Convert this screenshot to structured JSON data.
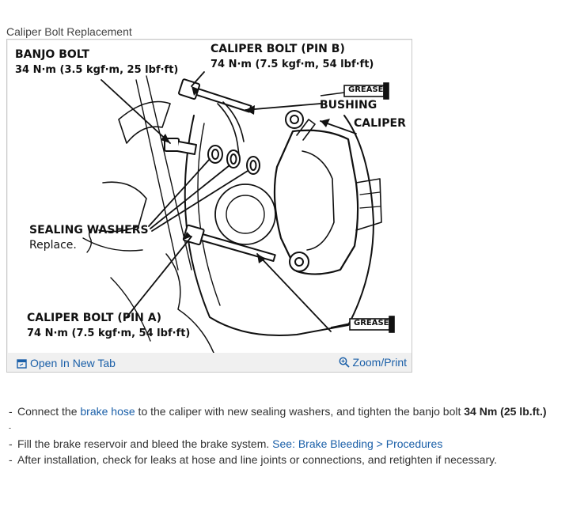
{
  "figure": {
    "caption": "Caliper Bolt Replacement",
    "labels": {
      "banjo_bolt": "BANJO BOLT",
      "banjo_bolt_spec": "34 N·m (3.5 kgf·m, 25 lbf·ft)",
      "pin_b": "CALIPER BOLT (PIN B)",
      "pin_b_spec": "74 N·m (7.5 kgf·m, 54 lbf·ft)",
      "grease_top": "GREASE",
      "bushing": "BUSHING",
      "caliper": "CALIPER",
      "sealing_washers": "SEALING WASHERS",
      "replace": "Replace.",
      "pin_a": "CALIPER BOLT (PIN A)",
      "pin_a_spec": "74 N·m (7.5 kgf·m, 54 lbf·ft)",
      "grease_bottom": "GREASE"
    },
    "open_tab_label": "Open In New Tab",
    "zoom_label": "Zoom/Print"
  },
  "steps": [
    {
      "dash": "-",
      "pre": "Connect the ",
      "link": "brake hose",
      "post": " to the caliper with new sealing washers, and tighten the banjo bolt ",
      "bold": "34 Nm (25 lb.ft.)"
    },
    {
      "dash": "-"
    },
    {
      "dash": "-",
      "pre": "Fill the brake reservoir and bleed the brake system. ",
      "link": "See: Brake Bleeding > Procedures"
    },
    {
      "dash": "-",
      "pre": "After installation, check for leaks at hose and line joints or connections, and retighten if necessary."
    }
  ],
  "colors": {
    "link": "#1a5fa8",
    "text": "#333333",
    "frame": "#c8c8c8"
  },
  "icons": [
    "open-in-new-tab-icon",
    "zoom-magnifier-icon"
  ]
}
